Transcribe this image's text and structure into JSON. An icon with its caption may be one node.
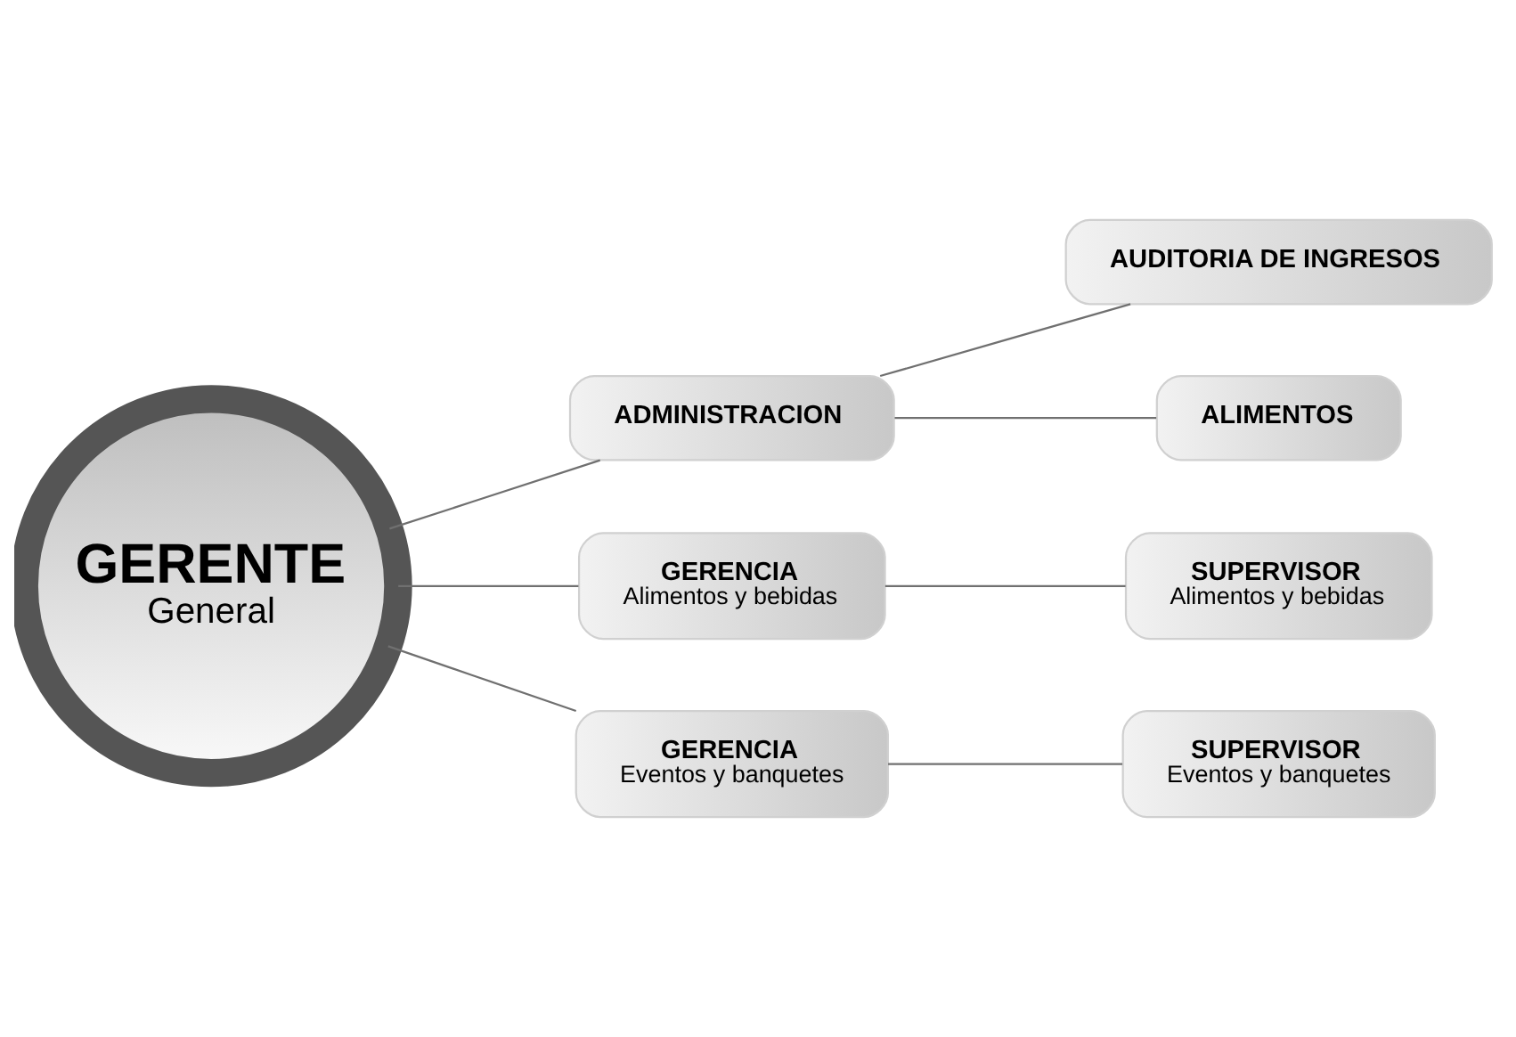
{
  "diagram": {
    "nodes": [
      {
        "text": [
          "GERENTE",
          "General"
        ]
      },
      {
        "text": [
          "ADMINISTRACION"
        ]
      },
      {
        "text": [
          "AUDITORIA DE INGRESOS"
        ]
      },
      {
        "text": [
          "ALIMENTOS"
        ]
      },
      {
        "text": [
          "GERENCIA",
          "Alimentos y bebidas"
        ]
      },
      {
        "text": [
          "SUPERVISOR",
          "Alimentos y bebidas"
        ]
      },
      {
        "text": [
          "GERENCIA",
          "Eventos y banquetes"
        ]
      },
      {
        "text": [
          "SUPERVISOR",
          "Eventos y banquetes"
        ]
      }
    ],
    "edges": [
      {
        "from": 0,
        "to": 1,
        "arrow": "none"
      },
      {
        "from": 0,
        "to": 4,
        "arrow": "none"
      },
      {
        "from": 0,
        "to": 6,
        "arrow": "none"
      },
      {
        "from": 1,
        "to": 2,
        "arrow": "none"
      },
      {
        "from": 1,
        "to": 3,
        "arrow": "none"
      },
      {
        "from": 4,
        "to": 5,
        "arrow": "none"
      },
      {
        "from": 6,
        "to": 7,
        "arrow": "none"
      }
    ]
  }
}
